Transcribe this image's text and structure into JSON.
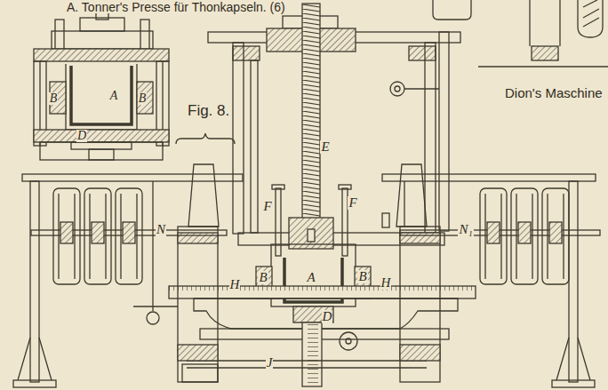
{
  "diagram": {
    "labels": [
      "A. Tonner's Presse für Thonkapseln. (6)",
      "Dion's Maschine",
      "B",
      "A",
      "B",
      "D",
      "Fig. 8.",
      "E",
      "F",
      "F",
      "N",
      "N₁",
      "B",
      "A",
      "B",
      "H",
      "H",
      "D",
      "J"
    ]
  }
}
